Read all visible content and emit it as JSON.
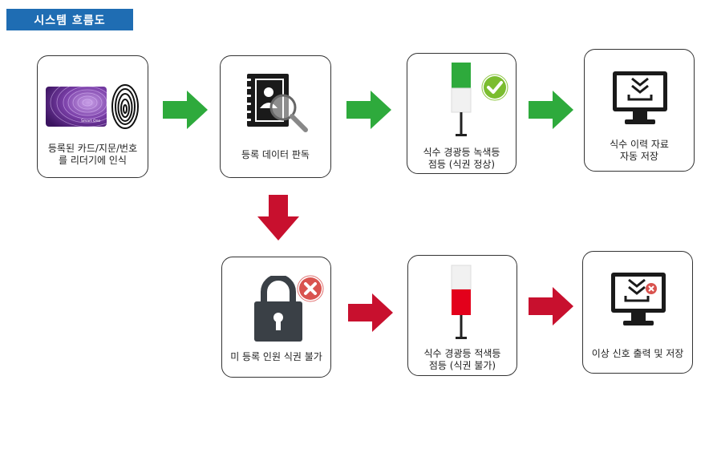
{
  "title": "시스템 흐름도",
  "colors": {
    "title_bg": "#1f6db3",
    "ok_arrow": "#2eaa3c",
    "fail_arrow": "#c8102e",
    "lamp_green": "#2eaa3c",
    "lamp_red": "#e3001b"
  },
  "nodes": {
    "recognize": {
      "line1": "등록된 카드/지문/번호",
      "line2": "를 리더기에 인식",
      "card_text": "Smart One"
    },
    "check": {
      "line1": "등록 데이터 판독"
    },
    "green_lamp": {
      "line1": "식수 경광등 녹색등",
      "line2": "점등 (식권 정상)"
    },
    "save": {
      "line1": "식수 이력 자료",
      "line2": "자동 저장"
    },
    "unregistered": {
      "line1": "미 등록 인원 식권 불가"
    },
    "red_lamp": {
      "line1": "식수 경광등 적색등",
      "line2": "점등 (식권 불가)"
    },
    "error_save": {
      "line1": "이상 신호 출력 및 저장"
    }
  },
  "icons": [
    "card-icon",
    "fingerprint-icon",
    "address-book-search-icon",
    "green-lamp-icon",
    "check-badge-icon",
    "monitor-download-icon",
    "padlock-icon",
    "error-badge-icon",
    "red-lamp-icon",
    "monitor-error-icon"
  ]
}
